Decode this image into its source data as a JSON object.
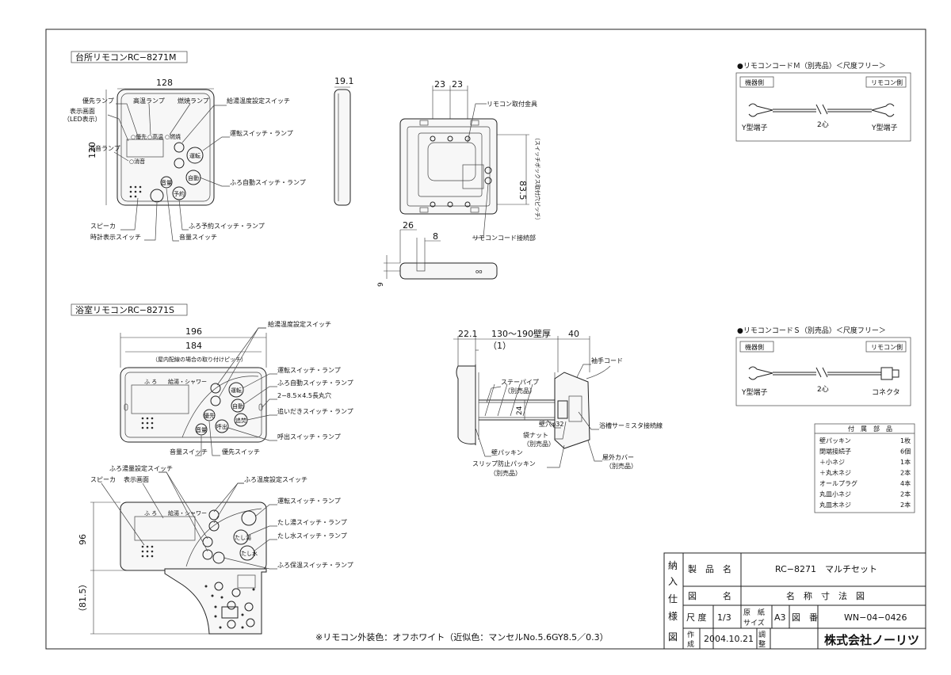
{
  "sections": {
    "kitchen_title": "台所リモコンRC−8271M",
    "bath_title": "浴室リモコンRC−8271S",
    "cord_m_title": "●リモコンコードＭ（別売品）＜尺度フリー＞",
    "cord_s_title": "●リモコンコードＳ（別売品）＜尺度フリー＞"
  },
  "kitchen": {
    "dims": {
      "w": "128",
      "h": "120",
      "depth": "19.1",
      "d23a": "23",
      "d23b": "23",
      "d835": "83.5",
      "d835_note": "（スイッチボックス取付穴ピッチ）",
      "d26": "26",
      "d8": "8",
      "d9": "9"
    },
    "labels": {
      "yusen": "優先ランプ",
      "hyoji": "表示画面",
      "led": "（LED表示）",
      "koon": "高温ランプ",
      "nensho": "燃焼ランプ",
      "kyuto": "給湯温度設定スイッチ",
      "unten": "運転スイッチ・ランプ",
      "shoon": "消音ランプ",
      "furo_auto": "ふろ自動スイッチ・ランプ",
      "speaker": "スピーカ",
      "tokei": "時計表示スイッチ",
      "furo_yoyaku": "ふろ予約スイッチ・ランプ",
      "onryo": "音量スイッチ",
      "kanagu": "リモコン取付金具",
      "setsuzoku": "リモコンコード接続部"
    },
    "panel": {
      "yusen": "○優先",
      "koon": "○高温",
      "nensho": "○燃焼",
      "shoon": "○消音",
      "unten": "運転",
      "jido": "自動",
      "onryo": "音量",
      "yoyaku": "予約"
    }
  },
  "bath": {
    "dims": {
      "w196": "196",
      "w184": "184",
      "pitch": "（屋内配線の場合の取り付けピッチ）",
      "h96": "96",
      "h815": "（81.5）",
      "d221": "22.1",
      "wall": "130〜190壁厚",
      "d1": "（1）",
      "d40": "40",
      "d24": "24",
      "hole": "壁穴φ32"
    },
    "labels": {
      "kyuto": "給湯温度設定スイッチ",
      "unten": "運転スイッチ・ランプ",
      "furo_auto": "ふろ自動スイッチ・ランプ",
      "hole": "2−8.5×4.5長丸穴",
      "oidaki": "追いだきスイッチ・ランプ",
      "yobidashi": "呼出スイッチ・ランプ",
      "onryo": "音量スイッチ",
      "yusen": "優先スイッチ",
      "furo_ryo": "ふろ湯量設定スイッチ",
      "speaker": "スピーカ",
      "hyoji": "表示画面",
      "furo_on": "ふろ温度設定スイッチ",
      "unten2": "運転スイッチ・ランプ",
      "tashiyu": "たし湯スイッチ・ランプ",
      "tashimizu": "たし水スイッチ・ランプ",
      "furo_hoon": "ふろ保温スイッチ・ランプ",
      "sodete": "袖手コード",
      "stay": "ステーパイプ",
      "stay_sub": "（別売品）",
      "thermistor": "浴槽サーミスタ接続線",
      "nut": "袋ナット",
      "nut_sub": "（別売品）",
      "wall_packing": "壁パッキン",
      "slip": "スリップ防止パッキン",
      "slip_sub": "（別売品）",
      "cover": "屋外カバー",
      "cover_sub": "（別売品）"
    },
    "panel": {
      "furo": "ふ ろ",
      "kyuto": "給湯・シャワー",
      "unten": "運転",
      "jido": "自動",
      "onryo": "音量",
      "yusen": "優先",
      "oidaki": "追焚",
      "yobi": "呼出",
      "tashiyu": "たし湯",
      "tashimizu": "たし水"
    }
  },
  "cord_m": {
    "kiki": "機器側",
    "remocon": "リモコン側",
    "left_term": "Y型端子",
    "core": "2心",
    "right_term": "Y型端子"
  },
  "cord_s": {
    "kiki": "機器側",
    "remocon": "リモコン側",
    "left_term": "Y型端子",
    "core": "2心",
    "right_term": "コネクタ"
  },
  "accessories": {
    "header": "付　属　部　品",
    "rows": [
      {
        "name": "壁パッキン",
        "qty": "1枚"
      },
      {
        "name": "閉端接続子",
        "qty": "6個"
      },
      {
        "name": "＋小ネジ",
        "qty": "1本"
      },
      {
        "name": "＋丸木ネジ",
        "qty": "2本"
      },
      {
        "name": "オールプラグ",
        "qty": "4本"
      },
      {
        "name": "丸皿小ネジ",
        "qty": "2本"
      },
      {
        "name": "丸皿木ネジ",
        "qty": "2本"
      }
    ]
  },
  "footer_note": "※リモコン外装色：オフホワイト（近似色：マンセルNo.5.6GY8.5／0.3）",
  "title_block": {
    "side": [
      "納",
      "入",
      "仕",
      "様",
      "図"
    ],
    "product_label": "製　品　名",
    "product": "RC−8271　マルチセット",
    "drawing_label": "図　　　名",
    "drawing": "名　称　寸　法　図",
    "scale_label": "尺 度",
    "scale": "1/3",
    "paper_label_1": "原　紙",
    "paper_label_2": "サイズ",
    "paper": "A3",
    "number_label": "図　番",
    "number": "WN−04−0426",
    "made_label_1": "作",
    "made_label_2": "成",
    "made": "2004.10.21",
    "check_label_1": "調",
    "check_label_2": "整",
    "company": "株式会社ノーリツ"
  },
  "colors": {
    "line": "#222222",
    "paper": "#ffffff"
  }
}
